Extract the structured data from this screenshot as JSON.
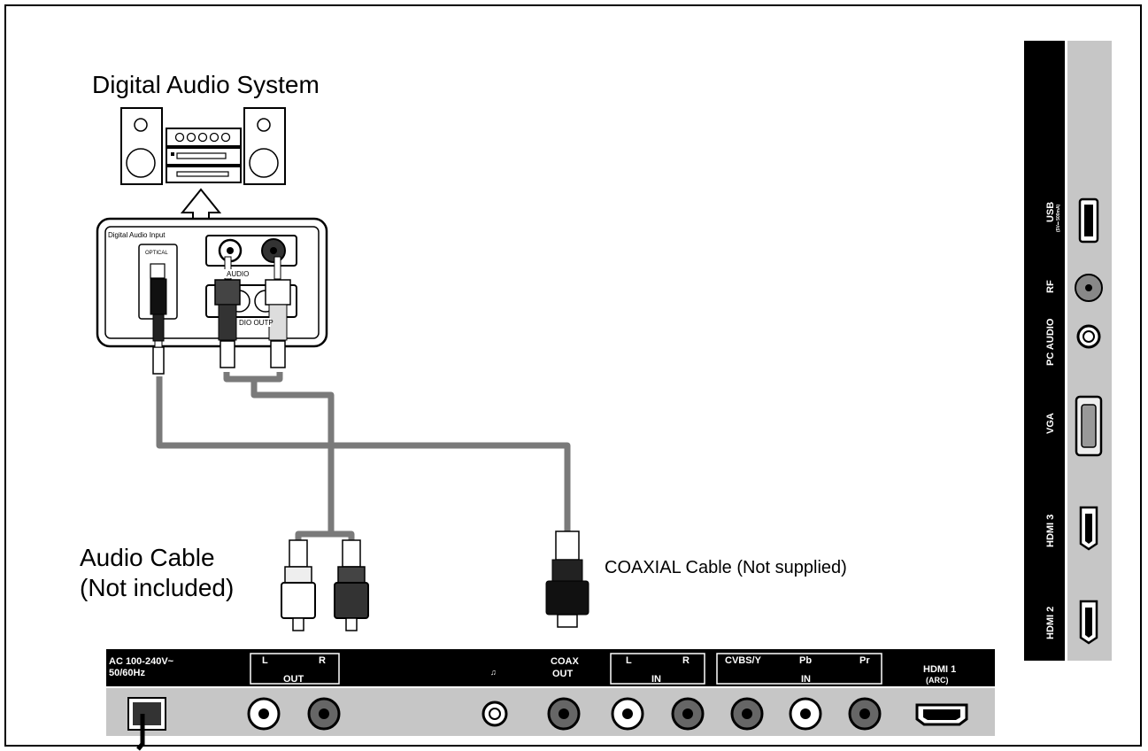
{
  "title": "Digital Audio System",
  "audio_cable_line1": "Audio Cable",
  "audio_cable_line2": "(Not included)",
  "coax_cable": "COAXIAL Cable (Not supplied)",
  "audio_system_panel": {
    "digital_audio_input": "Digital Audio Input",
    "optical": "OPTICAL",
    "audio": "AUDIO",
    "audio_output_partial": "DIO OUTP"
  },
  "side_panel": {
    "usb": "USB",
    "usb_rating": "(5V⎓ 500mA)",
    "rf": "RF",
    "pc_audio": "PC AUDIO",
    "vga": "VGA",
    "hdmi3": "HDMI 3",
    "hdmi2": "HDMI 2"
  },
  "bottom_panel": {
    "ac_line1": "AC 100-240V~",
    "ac_line2": "50/60Hz",
    "out_l": "L",
    "out_r": "R",
    "out": "OUT",
    "headphone": "♫",
    "coax_line1": "COAX",
    "coax_line2": "OUT",
    "in_l": "L",
    "in_r": "R",
    "in1": "IN",
    "cvbs": "CVBS/Y",
    "pb": "Pb",
    "pr": "Pr",
    "in2": "IN",
    "hdmi1_line1": "HDMI 1",
    "hdmi1_line2": "(ARC)"
  }
}
